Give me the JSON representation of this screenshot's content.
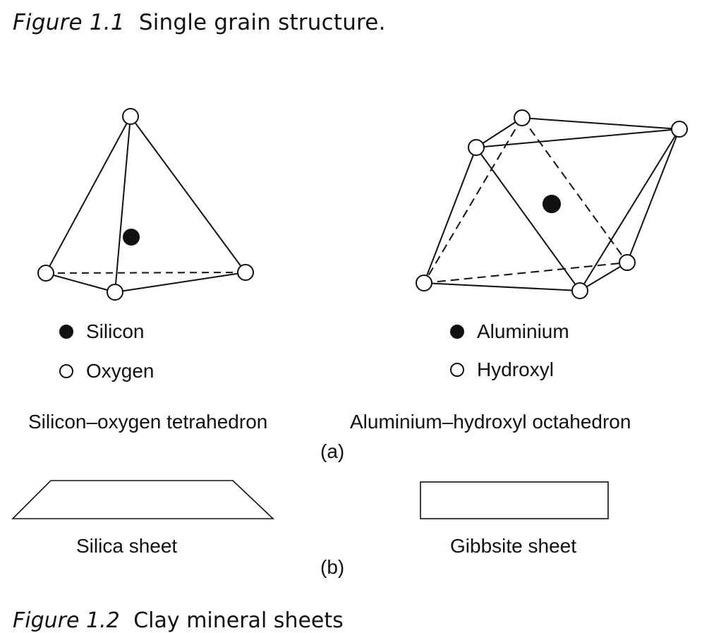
{
  "figure_caption": {
    "number": "Figure 1.1",
    "text": "Single grain structure."
  },
  "next_caption_partial": {
    "number": "Figure 1.2",
    "text": "Clay mineral sheets"
  },
  "part_a": {
    "label": "(a)",
    "tetrahedron": {
      "title": "Silicon–oxygen tetrahedron",
      "legend": [
        {
          "symbol": "filled",
          "label": "Silicon"
        },
        {
          "symbol": "open",
          "label": "Oxygen"
        }
      ]
    },
    "octahedron": {
      "title": "Aluminium–hydroxyl octahedron",
      "legend": [
        {
          "symbol": "filled",
          "label": "Aluminium"
        },
        {
          "symbol": "open",
          "label": "Hydroxyl"
        }
      ]
    }
  },
  "part_b": {
    "label": "(b)",
    "silica_sheet": {
      "title": "Silica sheet"
    },
    "gibbsite_sheet": {
      "title": "Gibbsite sheet"
    }
  },
  "colors": {
    "ink": "#111111",
    "background": "#ffffff"
  }
}
